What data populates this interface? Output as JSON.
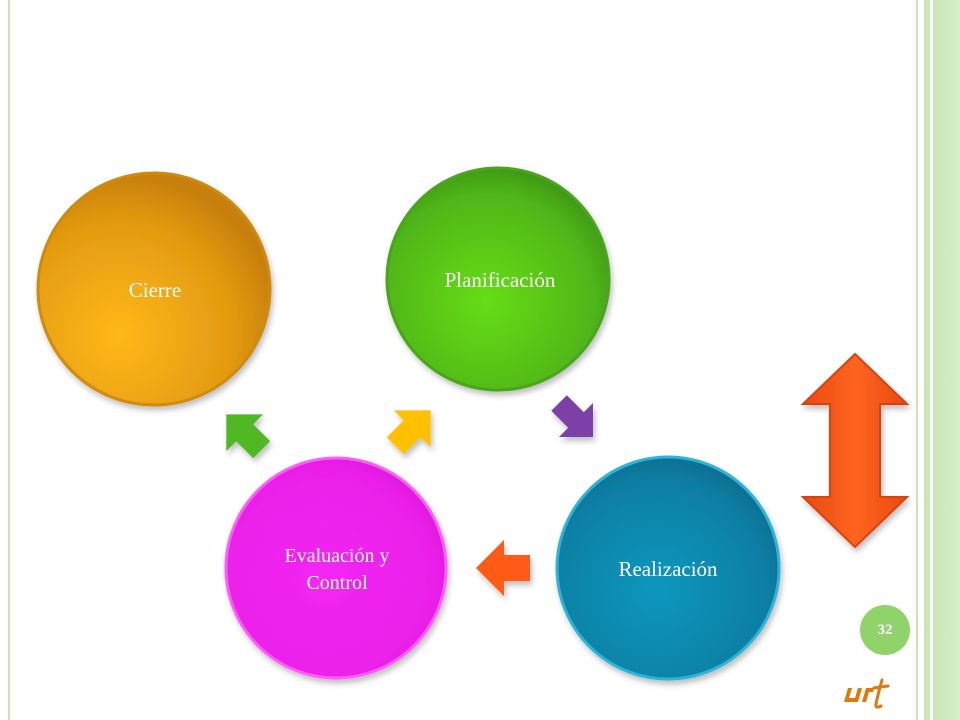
{
  "cycle": {
    "planificacion": "Planificación",
    "realizacion": "Realización",
    "evaluacion_line1": "Evaluación y",
    "evaluacion_line2": "Control",
    "cierre": "Cierre"
  },
  "page_number": "32",
  "colors": {
    "planificacion": "#5fcf1f",
    "realizacion": "#0e8fb5",
    "evaluacion": "#ee22ee",
    "cierre": "#f0a70f",
    "arrow_purple": "#7b3fa8",
    "arrow_orange": "#ff5a14",
    "arrow_yellow": "#ffc000",
    "arrow_green": "#4fb823",
    "frame": "#c8e6b4",
    "badge": "#8fd36a"
  },
  "icons": [
    "double-vertical-arrow-icon",
    "logo-icon"
  ]
}
